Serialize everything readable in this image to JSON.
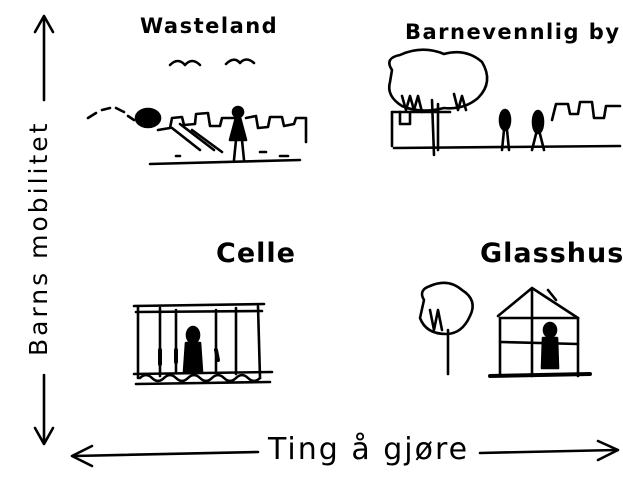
{
  "axes": {
    "y_label": "Barns mobilitet",
    "x_label": "Ting å gjøre"
  },
  "quadrants": [
    {
      "id": "top-left",
      "label": "Wasteland"
    },
    {
      "id": "top-right",
      "label": "Barnevennlig by"
    },
    {
      "id": "bottom-left",
      "label": "Celle"
    },
    {
      "id": "bottom-right",
      "label": "Glasshus"
    }
  ],
  "colors": {
    "ink": "#000000",
    "background": "#ffffff"
  }
}
